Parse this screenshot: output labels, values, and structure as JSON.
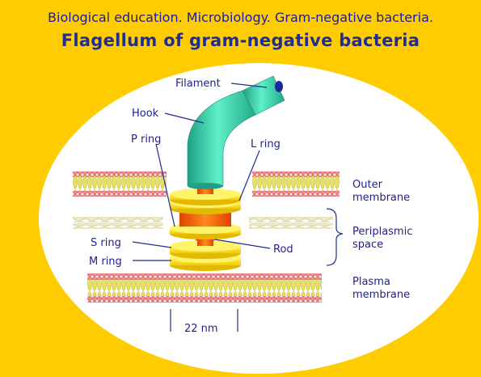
{
  "header": {
    "subtitle": "Biological education. Microbiology. Gram-negative bacteria.",
    "title": "Flagellum of gram-negative bacteria"
  },
  "labels": {
    "filament": "Filament",
    "hook": "Hook",
    "p_ring": "P ring",
    "l_ring": "L ring",
    "outer_membrane_1": "Outer",
    "outer_membrane_2": "membrane",
    "periplasmic_1": "Periplasmic",
    "periplasmic_2": "space",
    "s_ring": "S ring",
    "rod": "Rod",
    "m_ring": "M ring",
    "plasma_membrane_1": "Plasma",
    "plasma_membrane_2": "membrane",
    "scale": "22 nm"
  },
  "colors": {
    "background": "#ffcc00",
    "ellipse": "#ffffff",
    "title": "#1f2e8f",
    "lipid_head": "#f08a8a",
    "lipid_tail": "#e8e060",
    "ring": "#ffee00",
    "rod": "#ff6a00",
    "hook": "#40d8b0",
    "periplasm": "#e8e4c0"
  }
}
